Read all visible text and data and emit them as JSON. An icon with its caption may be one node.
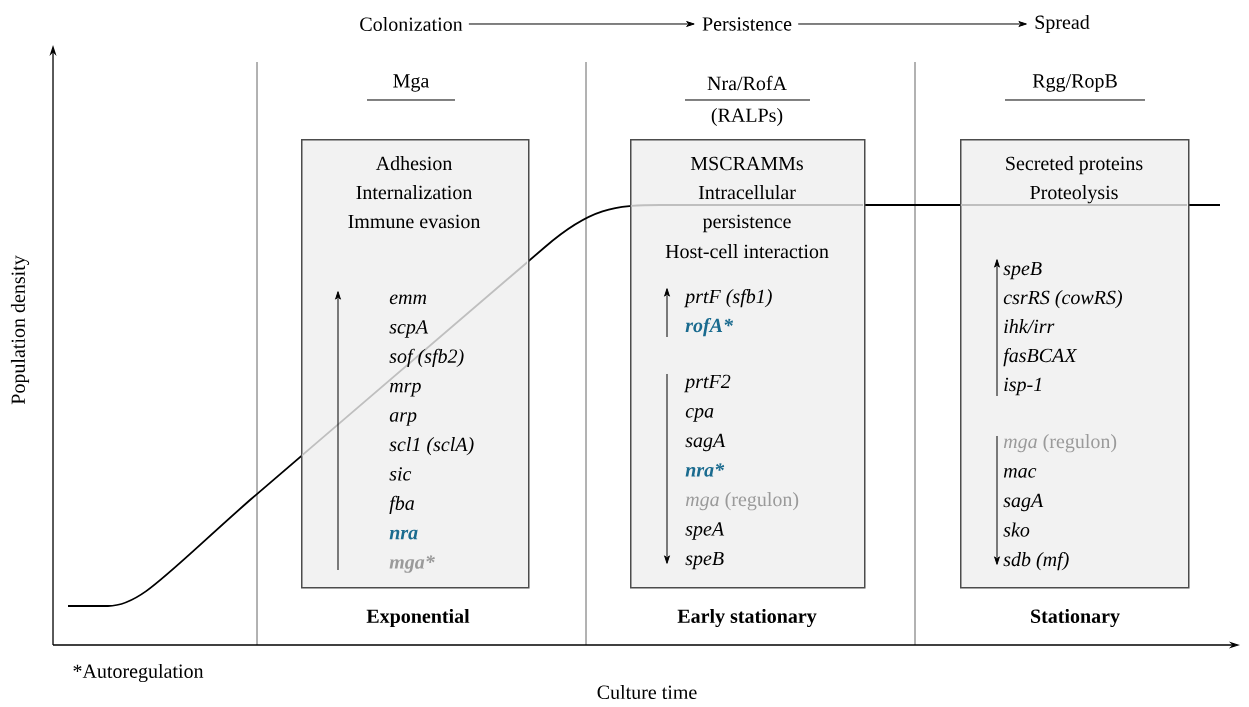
{
  "diagram": {
    "nodes": [
      {
        "text": [
          "Colonization"
        ]
      },
      {
        "text": [
          "Persistence"
        ]
      },
      {
        "text": [
          "Spread"
        ]
      },
      {
        "text": [
          "Adhesion",
          "Internalization",
          "Immune evasion",
          "emm",
          "scpA",
          "sof (sfb2)",
          "mrp",
          "arp",
          "scl1 (sclA)",
          "sic",
          "fba",
          "nra",
          "mga*"
        ]
      },
      {
        "text": [
          "MSCRAMMs",
          "Intracellular",
          "persistence",
          "Host-cell interaction",
          "prtF (sfb1)",
          "rofA*",
          "prtF2",
          "cpa",
          "sagA",
          "nra*",
          "*mga* (regulon)",
          "speA",
          "speB"
        ]
      },
      {
        "text": [
          "Secreted proteins",
          "Proteolysis",
          "speB",
          "csrRS (cowRS)",
          "ihk/irr",
          "fasBCAX",
          "isp-1",
          "*mga* (regulon)",
          "mac",
          "sagA",
          "sko",
          "sdb (mf)"
        ]
      }
    ],
    "edges": [
      {
        "from": 0,
        "to": 1,
        "arrow": "to"
      },
      {
        "from": 1,
        "to": 2,
        "arrow": "to"
      }
    ],
    "labels": [
      "Mga",
      "Nra/RofA",
      "(RALPs)",
      "Rgg/RopB",
      "Population density",
      "Exponential",
      "Early stationary",
      "Stationary",
      "*Autoregulation",
      "Culture time"
    ]
  }
}
